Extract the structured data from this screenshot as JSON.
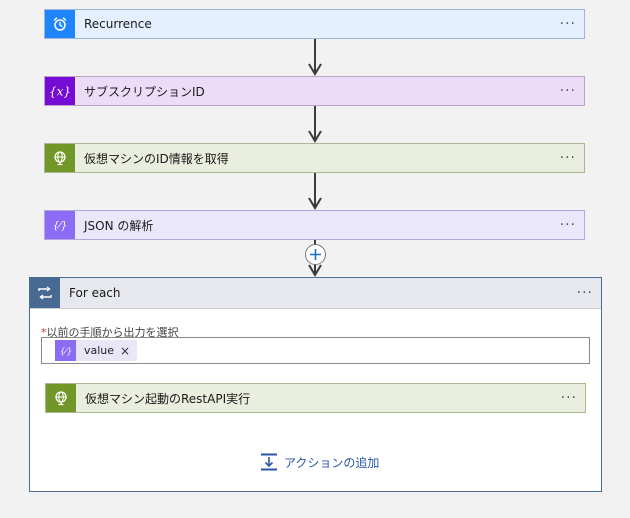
{
  "steps": [
    {
      "label": "Recurrence",
      "icon": "alarm-clock-icon",
      "icon_color": "#1f85ff",
      "bg": "#e4efff"
    },
    {
      "label": "サブスクリプションID",
      "icon": "variable-icon",
      "icon_color": "#770bd6",
      "bg": "#ecdcf7"
    },
    {
      "label": "仮想マシンのID情報を取得",
      "icon": "globe-icon",
      "icon_color": "#709727",
      "bg": "#e9eedf"
    },
    {
      "label": "JSON の解析",
      "icon": "data-operation-icon",
      "icon_color": "#8c6cf5",
      "bg": "#ebe7fb"
    }
  ],
  "foreach": {
    "title": "For each",
    "required_mark": "*",
    "field_label": "以前の手順から出力を選択",
    "token_label": "value",
    "token_close": "×",
    "inner_step": {
      "label": "仮想マシン起動のRestAPI実行",
      "icon": "globe-icon",
      "icon_color": "#709727",
      "bg": "#e9eedf"
    },
    "add_action_label": "アクションの追加",
    "header_color": "#486991"
  },
  "more_symbol": "···"
}
